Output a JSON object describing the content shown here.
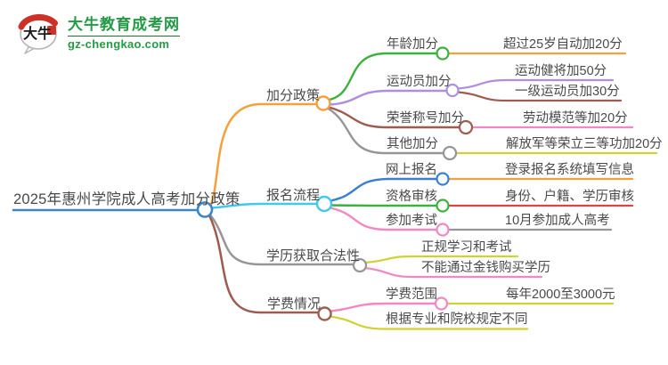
{
  "logo": {
    "icon_text": "大牛",
    "title": "大牛教育成考网",
    "domain": "gz-chengkao.com",
    "brand_green": "#239a44",
    "seal_red": "#cf3128"
  },
  "colors": {
    "blue": "#3d85c6",
    "orange": "#f5a03c",
    "green": "#3cb13c",
    "purple": "#ad8ee0",
    "brown": "#9e5c4e",
    "gray": "#969696",
    "pink": "#f287c2",
    "olive": "#cfd232",
    "cyan": "#42c8e8",
    "red": "#e04343",
    "text": "#4a4a4a"
  },
  "mindmap": {
    "root": {
      "label": "2025年惠州学院成人高考加分政策"
    },
    "branches": [
      {
        "label": "加分政策",
        "children": [
          {
            "label": "年龄加分",
            "children": [
              {
                "label": "超过25岁自动加20分"
              }
            ]
          },
          {
            "label": "运动员加分",
            "children": [
              {
                "label": "运动健将加50分"
              },
              {
                "label": "一级运动员加30分"
              }
            ]
          },
          {
            "label": "荣誉称号加分",
            "children": [
              {
                "label": "劳动模范等加20分"
              }
            ]
          },
          {
            "label": "其他加分",
            "children": [
              {
                "label": "解放军等荣立三等功加20分"
              }
            ]
          }
        ]
      },
      {
        "label": "报名流程",
        "children": [
          {
            "label": "网上报名",
            "children": [
              {
                "label": "登录报名系统填写信息"
              }
            ]
          },
          {
            "label": "资格审核",
            "children": [
              {
                "label": "身份、户籍、学历审核"
              }
            ]
          },
          {
            "label": "参加考试",
            "children": [
              {
                "label": "10月参加成人高考"
              }
            ]
          }
        ]
      },
      {
        "label": "学历获取合法性",
        "children": [
          {
            "label": "正规学习和考试"
          },
          {
            "label": "不能通过金钱购买学历"
          }
        ]
      },
      {
        "label": "学费情况",
        "children": [
          {
            "label": "学费范围",
            "children": [
              {
                "label": "每年2000至3000元"
              }
            ]
          },
          {
            "label": "根据专业和院校规定不同"
          }
        ]
      }
    ]
  }
}
